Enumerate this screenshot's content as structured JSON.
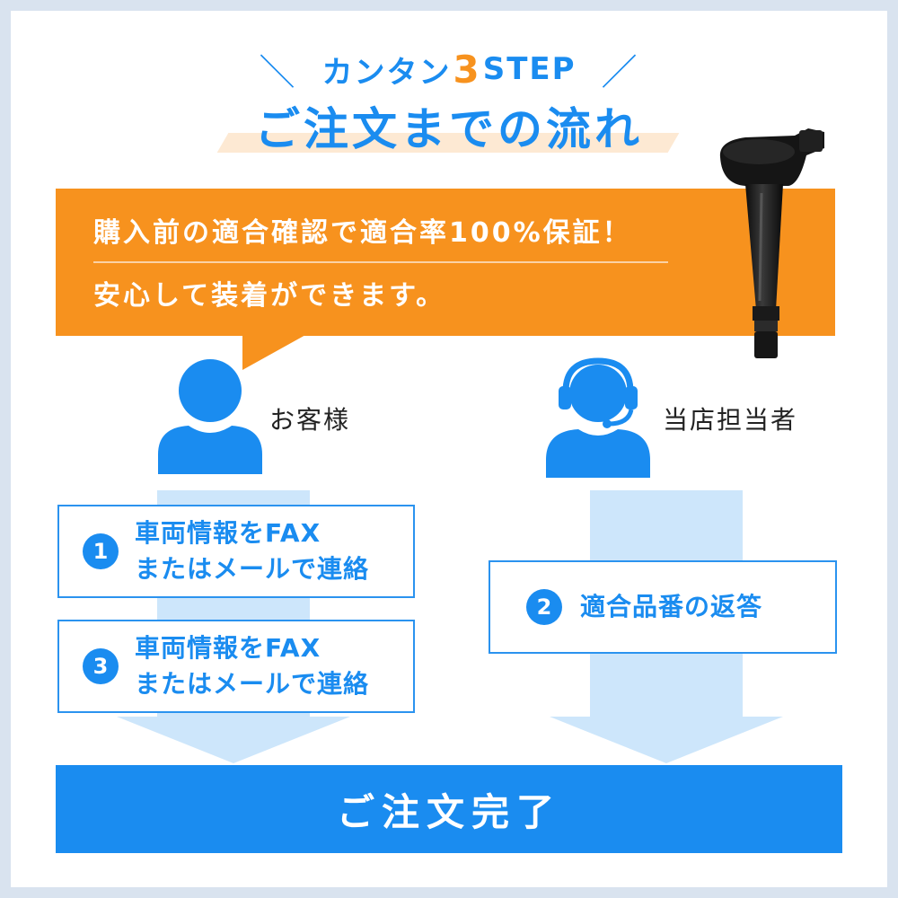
{
  "header": {
    "slash_left": "＼",
    "step_prefix": "カンタン",
    "step_number": "3",
    "step_suffix": "STEP",
    "slash_right": "／",
    "title": "ご注文までの流れ"
  },
  "banner": {
    "line1": "購入前の適合確認で適合率100%保証！",
    "line2": "安心して装着ができます。",
    "color": "#f7921e"
  },
  "product": {
    "icon": "ignition-coil-image"
  },
  "customer": {
    "label": "お客様",
    "icon": "user-icon"
  },
  "staff": {
    "label": "当店担当者",
    "icon": "headset-operator-icon"
  },
  "steps": [
    {
      "number": "1",
      "lines": [
        "車両情報をFAX",
        "またはメールで連絡"
      ]
    },
    {
      "number": "2",
      "lines": [
        "適合品番の返答"
      ]
    },
    {
      "number": "3",
      "lines": [
        "車両情報をFAX",
        "またはメールで連絡"
      ]
    }
  ],
  "done": {
    "label": "ご注文完了"
  },
  "colors": {
    "accent": "#1a8cf0",
    "arrow": "#cde6fb",
    "orange": "#f7921e"
  }
}
